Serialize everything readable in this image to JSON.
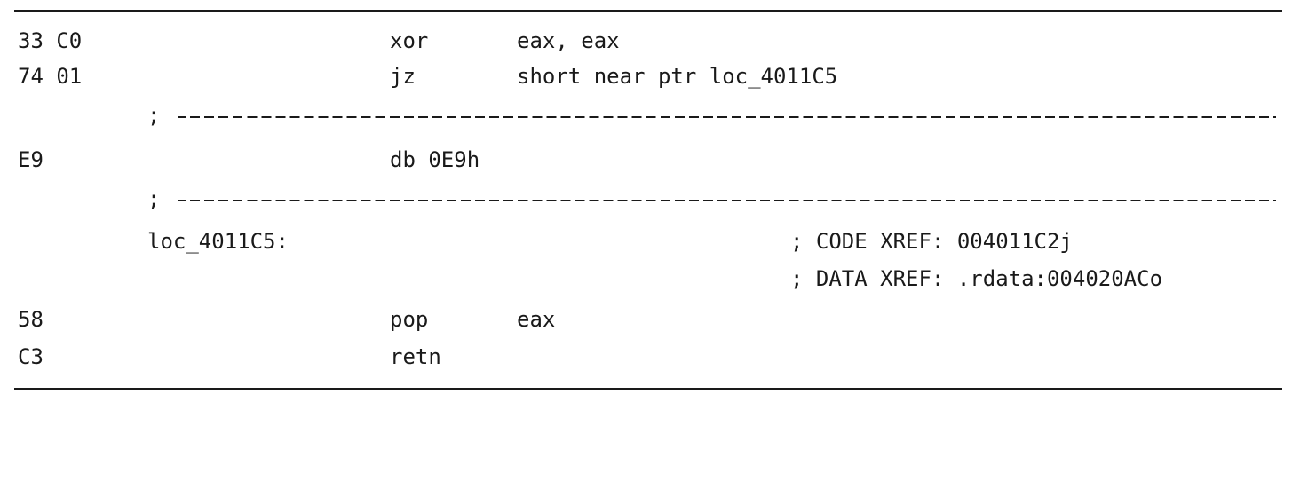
{
  "listing": {
    "lines": [
      {
        "bytes": "33 C0",
        "mnemonic": "xor",
        "operands": "eax, eax"
      },
      {
        "bytes": "74 01",
        "mnemonic": "jz",
        "operands": "short near ptr loc_4011C5"
      },
      {
        "separator": ";"
      },
      {
        "bytes": "E9",
        "mnemonic": "db 0E9h"
      },
      {
        "separator": ";"
      },
      {
        "label": "loc_4011C5:",
        "comment": "; CODE XREF: 004011C2j"
      },
      {
        "comment": "; DATA XREF: .rdata:004020ACo"
      },
      {
        "bytes": "58",
        "mnemonic": "pop",
        "operands": "eax"
      },
      {
        "bytes": "C3",
        "mnemonic": "retn"
      }
    ]
  }
}
